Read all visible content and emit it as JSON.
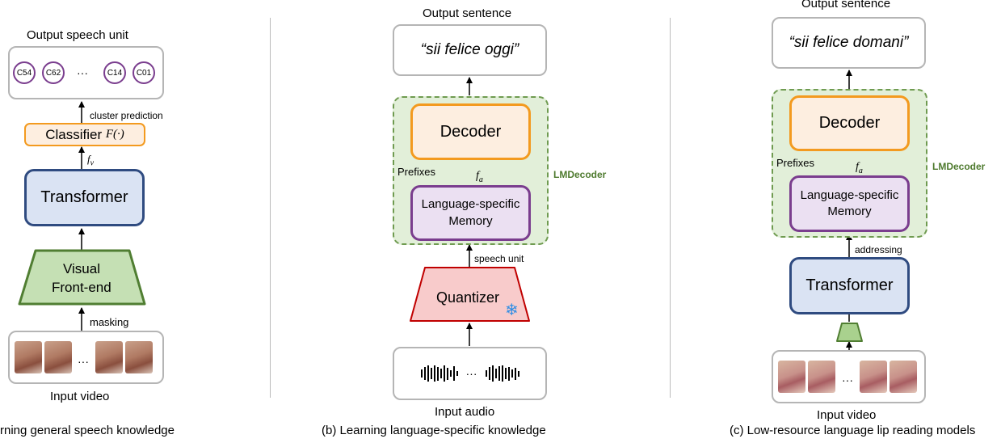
{
  "panel_a": {
    "output_label": "Output speech unit",
    "units": [
      "C54",
      "C62",
      "C14",
      "C01"
    ],
    "ellipsis": "···",
    "cluster_label": "cluster prediction",
    "classifier_label": "Classifier",
    "classifier_symbol": "F(·)",
    "fv_label": "fv",
    "transformer_label": "Transformer",
    "frontend_line1": "Visual",
    "frontend_line2": "Front-end",
    "masking_label": "masking",
    "input_label": "Input video",
    "caption": "rning general speech knowledge"
  },
  "panel_b": {
    "output_label": "Output sentence",
    "output_text": "“sii felice oggi”",
    "decoder_label": "Decoder",
    "prefixes_label": "Prefixes",
    "fa_label": "fa",
    "memory_line1": "Language-specific",
    "memory_line2": "Memory",
    "lmdecoder_label": "LMDecoder",
    "speech_unit_label": "speech unit",
    "quantizer_label": "Quantizer",
    "snowflake_icon": "❄",
    "ellipsis": "···",
    "input_label": "Input audio",
    "caption": "(b) Learning language-specific knowledge"
  },
  "panel_c": {
    "output_label": "Output sentence",
    "output_text": "“sii felice domani”",
    "decoder_label": "Decoder",
    "prefixes_label": "Prefixes",
    "fa_label": "fa",
    "memory_line1": "Language-specific",
    "memory_line2": "Memory",
    "lmdecoder_label": "LMDecoder",
    "addressing_label": "addressing",
    "transformer_label": "Transformer",
    "ellipsis": "···",
    "input_label": "Input video",
    "caption": "(c) Low-resource language lip reading models"
  },
  "colors": {
    "blue_fill": "#dae3f3",
    "blue_border": "#2f4b80",
    "orange_fill": "#fdeee0",
    "orange_border": "#f39a1f",
    "purple_fill": "#ebe0f2",
    "purple_border": "#7a3d8e",
    "green_fill": "#e2efd9",
    "green_border": "#6f9b50",
    "red_fill": "#f8cbcb",
    "red_border": "#c00000"
  }
}
